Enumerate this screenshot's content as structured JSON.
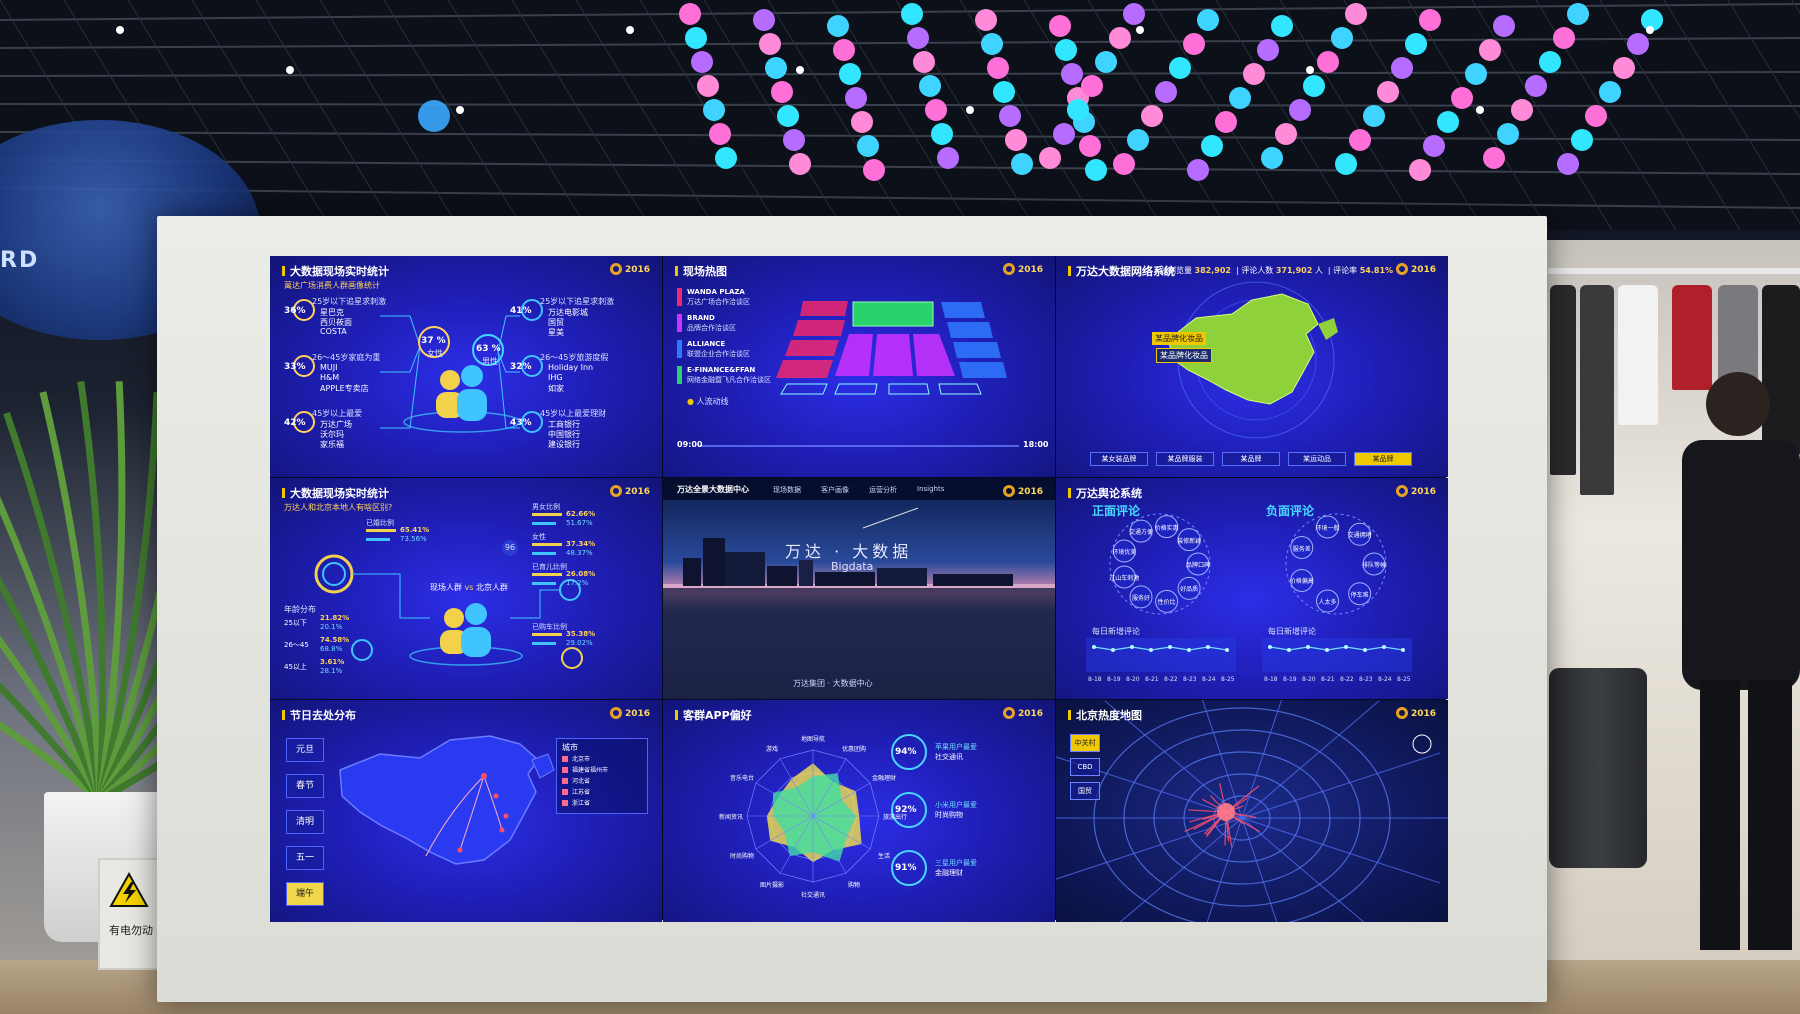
{
  "scene": {
    "dome_text": "RD",
    "warning_sign_text": "有电勿动"
  },
  "panels": {
    "p1": {
      "title": "大数据现场实时统计",
      "subtitle": "萬达广场消费人群画像统计",
      "left_groups": [
        {
          "pct": "36%",
          "label": "25岁以下追星求刺激",
          "items": [
            "星巴克",
            "西贝莜面",
            "COSTA"
          ]
        },
        {
          "pct": "33%",
          "label": "26～45岁家庭为重",
          "items": [
            "MUJI",
            "H&M",
            "APPLE专卖店"
          ]
        },
        {
          "pct": "42%",
          "label": "45岁以上最爱",
          "items": [
            "万达广场",
            "沃尔玛",
            "家乐福"
          ]
        }
      ],
      "right_groups": [
        {
          "pct": "41%",
          "label": "25岁以下追星求刺激",
          "items": [
            "万达电影城",
            "国贸",
            "星美"
          ]
        },
        {
          "pct": "32%",
          "label": "26～45岁旅游度假",
          "items": [
            "Holiday Inn",
            "IHG",
            "如家"
          ]
        },
        {
          "pct": "43%",
          "label": "45岁以上最爱理财",
          "items": [
            "工商银行",
            "中国银行",
            "建设银行"
          ]
        }
      ],
      "female_pct": "37 %",
      "female_label": "女性",
      "male_pct": "63 %",
      "male_label": "男性"
    },
    "p2": {
      "title": "现场热图",
      "legend": [
        {
          "code": "WANDA PLAZA",
          "text": "万达广场合作洽谈区",
          "color": "#f0286d"
        },
        {
          "code": "BRAND",
          "text": "品牌合作洽谈区",
          "color": "#cc33ff"
        },
        {
          "code": "ALLIANCE",
          "text": "联盟企业合作洽谈区",
          "color": "#2f79ff"
        },
        {
          "code": "E-FINANCE&FFAN",
          "text": "网络金融暨飞凡合作洽谈区",
          "color": "#29d36b"
        }
      ],
      "flow_label": "人流动线",
      "time_start": "09:00",
      "time_end": "18:00"
    },
    "p3": {
      "title": "万达大数据网络系统",
      "total_label": "总浏览量",
      "total_value": "382,902",
      "comments_label": "评论人数",
      "comments_value": "371,902",
      "comments_unit": "人",
      "rate_label": "评论率",
      "rate_value": "54.81%",
      "map_tags": [
        "某品牌化妆品",
        "某品牌化妆品"
      ],
      "bottom_tabs": [
        "某女装品牌",
        "某品牌服装",
        "某品牌",
        "某运动品",
        "某品牌"
      ]
    },
    "p4": {
      "title": "大数据现场实时统计",
      "subtitle": "万达人和北京本地人有啥区别?",
      "metrics": [
        {
          "label": "已婚比例",
          "a": "65.41%",
          "b": "73.56%"
        },
        {
          "label": "男女比例",
          "a": "62.66%",
          "b": "51.67%"
        },
        {
          "label": "女性",
          "a": "37.34%",
          "b": "48.37%"
        },
        {
          "label": "已育儿比例",
          "a": "26.08%",
          "b": "17.2%"
        },
        {
          "label": "已购车比例",
          "a": "35.38%",
          "b": "29.02%"
        }
      ],
      "age_label": "年龄分布",
      "ages": [
        {
          "range": "25以下",
          "a": "21.82%",
          "b": "20.1%"
        },
        {
          "range": "26～45",
          "a": "74.58%",
          "b": "68.8%"
        },
        {
          "range": "45以上",
          "a": "3.61%",
          "b": "28.1%"
        }
      ],
      "center_label_a": "现场人群",
      "center_vs": "vs",
      "center_label_b": "北京人群",
      "badge_num": "96"
    },
    "p5": {
      "title": "万达全景大数据中心",
      "nav": [
        "现场数据",
        "客户画像",
        "运营分析",
        "Insights"
      ],
      "hero_cn": "万达 · 大数据",
      "hero_en": "Bigdata",
      "footer": "万达集团 · 大数据中心"
    },
    "p6": {
      "title": "万达舆论系统",
      "pos_title": "正面评论",
      "neg_title": "负面评论",
      "pos_nodes": [
        "品牌口碑",
        "好品质",
        "性价比",
        "服务好",
        "过山车刺激",
        "环境优美",
        "交通方便",
        "价格实惠",
        "装修新颖"
      ],
      "neg_nodes": [
        "排队等候",
        "停车难",
        "人太多",
        "价格偏高",
        "服务差",
        "环境一般",
        "交通拥堵"
      ],
      "pos_chart_label": "每日新增评论",
      "neg_chart_label": "每日新增评论",
      "dates": [
        "8-18",
        "8-19",
        "8-20",
        "8-21",
        "8-22",
        "8-23",
        "8-24",
        "8-25"
      ]
    },
    "p7": {
      "title": "节日去处分布",
      "tabs": [
        "元旦",
        "春节",
        "清明",
        "五一",
        "端午"
      ],
      "active_tab": "端午",
      "legend_title": "城市",
      "legend": [
        "北京市",
        "福建省福州市",
        "河北省",
        "江苏省",
        "浙江省"
      ]
    },
    "p8": {
      "title": "客群APP偏好",
      "axes": [
        "地图导航",
        "优惠团购",
        "金融理财",
        "旅游出行",
        "生活",
        "购物",
        "社交通讯",
        "图片摄影",
        "时尚购物",
        "新闻资讯",
        "音乐电台",
        "游戏"
      ],
      "stats": [
        {
          "pct": "94%",
          "label": "苹果用户最爱",
          "sub": "社交通讯"
        },
        {
          "pct": "92%",
          "label": "小米用户最爱",
          "sub": "时尚购物"
        },
        {
          "pct": "91%",
          "label": "三星用户最爱",
          "sub": "金融理财"
        }
      ]
    },
    "p9": {
      "title": "北京热度地图",
      "tags": [
        "中关村",
        "CBD",
        "国贸"
      ]
    }
  }
}
